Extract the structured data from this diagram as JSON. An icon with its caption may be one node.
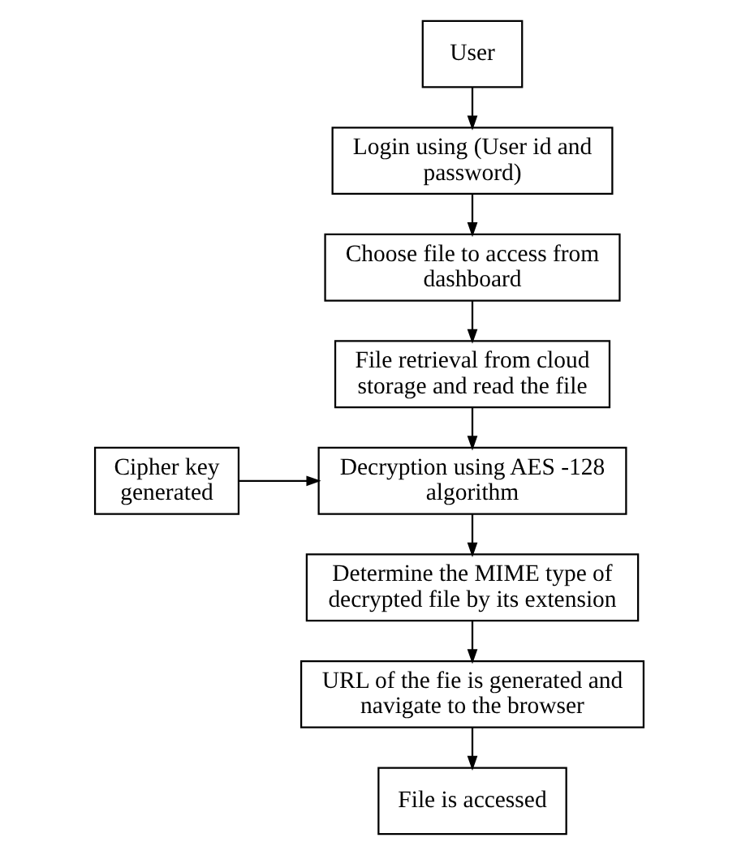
{
  "diagram": {
    "nodes": [
      {
        "text": [
          "User"
        ]
      },
      {
        "text": [
          "Login using (User id and password)"
        ]
      },
      {
        "text": [
          "Choose file to access from dashboard"
        ]
      },
      {
        "text": [
          "File retrieval from cloud storage and read the file"
        ]
      },
      {
        "text": [
          "Decryption using AES -128 algorithm"
        ]
      },
      {
        "text": [
          "Cipher key generated"
        ]
      },
      {
        "text": [
          "Determine the MIME type of decrypted file by its extension"
        ]
      },
      {
        "text": [
          "URL of the fie is generated and navigate to the browser"
        ]
      },
      {
        "text": [
          "File is accessed"
        ]
      }
    ],
    "edges": [
      {
        "from": 0,
        "to": 1,
        "arrow": "to"
      },
      {
        "from": 1,
        "to": 2,
        "arrow": "to"
      },
      {
        "from": 2,
        "to": 3,
        "arrow": "to"
      },
      {
        "from": 3,
        "to": 4,
        "arrow": "to"
      },
      {
        "from": 5,
        "to": 4,
        "arrow": "to"
      },
      {
        "from": 4,
        "to": 6,
        "arrow": "to"
      },
      {
        "from": 6,
        "to": 7,
        "arrow": "to"
      },
      {
        "from": 7,
        "to": 8,
        "arrow": "to"
      }
    ]
  }
}
